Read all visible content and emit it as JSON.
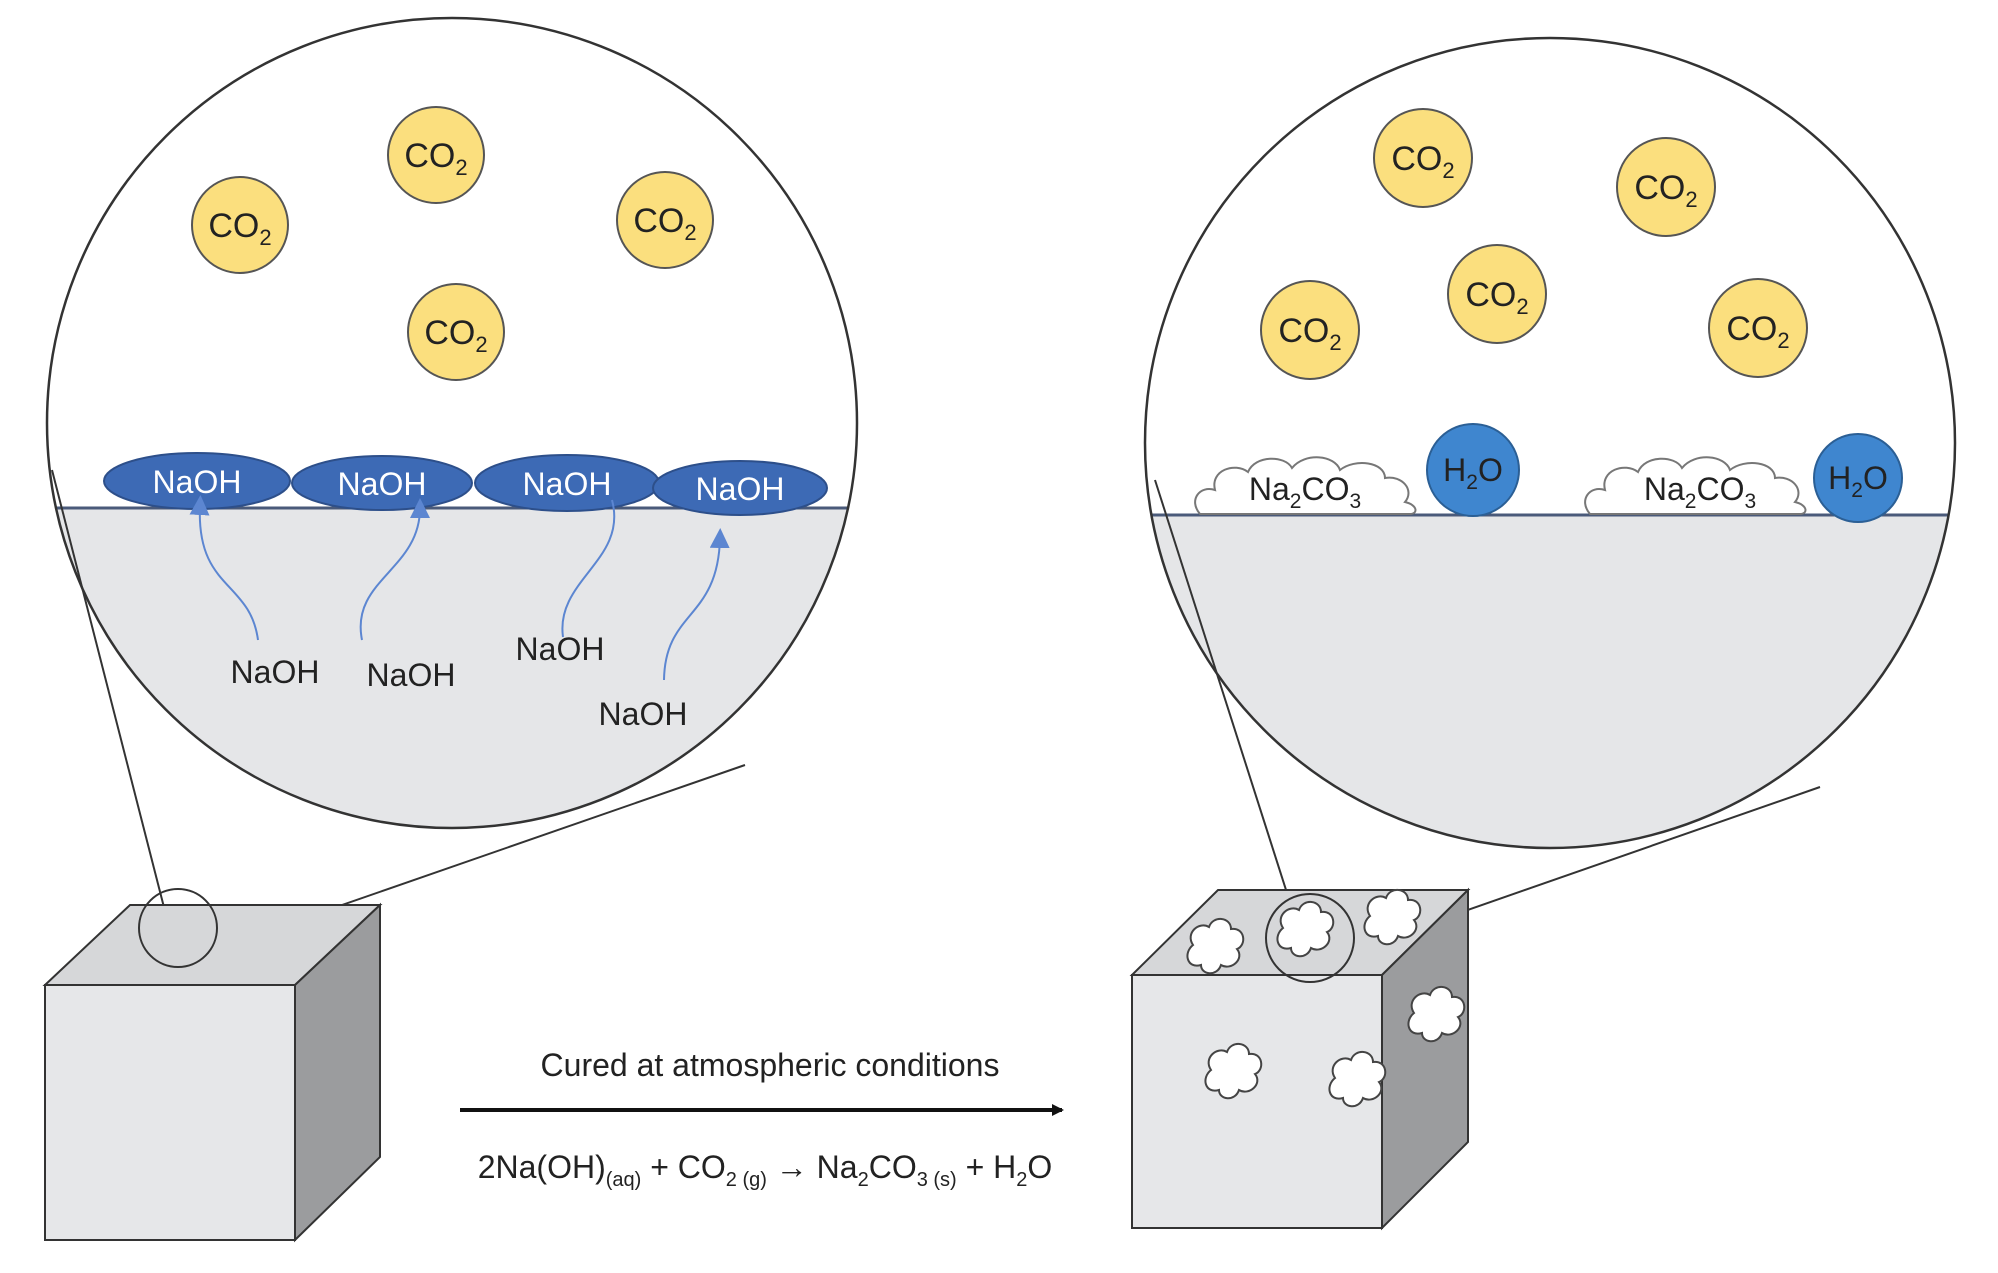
{
  "colors": {
    "co2_fill": "#fbdf7e",
    "naoh_fill": "#3d6ab5",
    "h2o_fill": "#3f86cf",
    "bulk_fill": "#e5e6e8",
    "arrow_color": "#5c86d1",
    "outline": "#333333",
    "cube_front": "#e6e7e9",
    "cube_top": "#d6d7d9",
    "cube_side": "#9b9c9e"
  },
  "molecules": {
    "co2": {
      "main": "CO",
      "sub": "2"
    },
    "naoh": "NaOH",
    "na2co3": {
      "a": "Na",
      "sub": "2",
      "b": "CO",
      "sub2": "3"
    },
    "h2o": {
      "a": "H",
      "sub": "2",
      "b": "O"
    }
  },
  "process": {
    "label": "Cured at atmospheric conditions",
    "equation": {
      "t1": "2Na(OH)",
      "s1": "(aq)",
      "t2": " + CO",
      "s2": "2 (g)",
      "arrow": " → ",
      "t3": "Na",
      "s3": "2",
      "t4": "CO",
      "s4": "3 (s)",
      "t5": " + H",
      "s5": "2",
      "t6": "O"
    }
  }
}
